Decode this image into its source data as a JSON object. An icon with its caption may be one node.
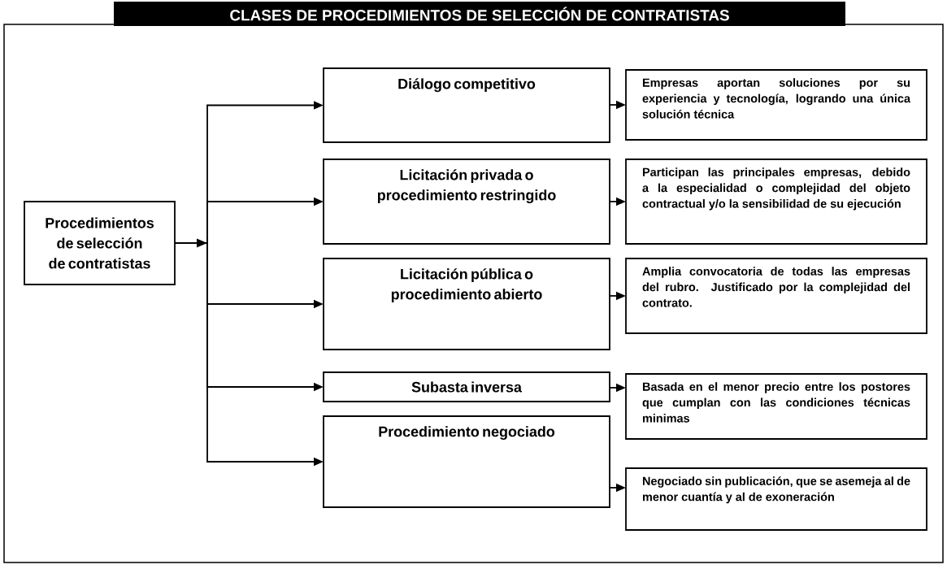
{
  "diagram": {
    "title": "CLASES DE PROCEDIMIENTOS DE SELECCIÓN DE CONTRATISTAS",
    "nodes": [
      {
        "text": [
          "Procedimientos de selección de contratistas"
        ]
      },
      {
        "text": [
          "Diálogo competitivo"
        ]
      },
      {
        "text": [
          "Licitación privada o procedimiento restringido"
        ]
      },
      {
        "text": [
          "Licitación pública o procedimiento abierto"
        ]
      },
      {
        "text": [
          "Subasta inversa"
        ]
      },
      {
        "text": [
          "Procedimiento negociado"
        ]
      },
      {
        "text": [
          "Empresas aportan soluciones por su experiencia y tecnología, logrando una única solución técnica"
        ]
      },
      {
        "text": [
          "Participan las principales empresas, debido a la especialidad o complejidad del objeto contractual y/o la sensibilidad de su ejecución"
        ]
      },
      {
        "text": [
          "Amplia convocatoria de todas las empresas del rubro. Justificado por la complejidad del contrato."
        ]
      },
      {
        "text": [
          "Basada en el menor precio entre los postores que cumplan con las condiciones técnicas minimas"
        ]
      },
      {
        "text": [
          "Negociado sin publicación, que se asemeja al de menor cuantía y al de exoneración"
        ]
      }
    ],
    "edges": [
      {
        "from": 0,
        "to": 1,
        "arrow": "to"
      },
      {
        "from": 0,
        "to": 2,
        "arrow": "to"
      },
      {
        "from": 0,
        "to": 3,
        "arrow": "to"
      },
      {
        "from": 0,
        "to": 4,
        "arrow": "to"
      },
      {
        "from": 0,
        "to": 5,
        "arrow": "to"
      },
      {
        "from": 1,
        "to": 6,
        "arrow": "to"
      },
      {
        "from": 2,
        "to": 7,
        "arrow": "to"
      },
      {
        "from": 3,
        "to": 8,
        "arrow": "to"
      },
      {
        "from": 4,
        "to": 9,
        "arrow": "to"
      },
      {
        "from": 5,
        "to": 10,
        "arrow": "to"
      }
    ]
  }
}
